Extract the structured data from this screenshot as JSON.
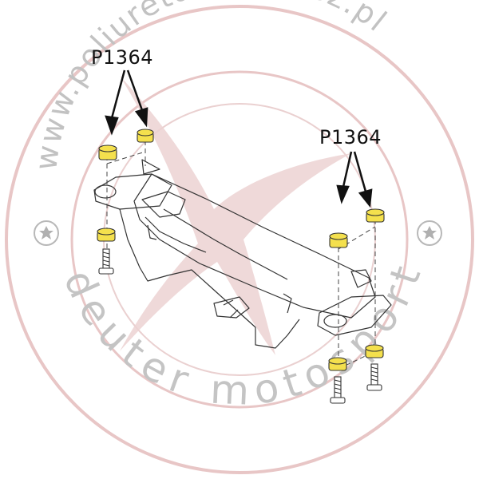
{
  "diagram": {
    "callouts": [
      {
        "label": "P1364",
        "points_to": "upper bushings left"
      },
      {
        "label": "P1364",
        "points_to": "upper bushings right"
      }
    ]
  },
  "watermark": {
    "url_text": "www.poliuretany.olkusz.pl",
    "brand_text": "deuter motosport",
    "ring_color": "#e7c4c4",
    "brand_color": "#bfbfbf",
    "url_color": "#bdbdbd"
  },
  "part_color": "#f4e04d",
  "icons": [
    "torx-star-icon",
    "torx-star-icon"
  ]
}
